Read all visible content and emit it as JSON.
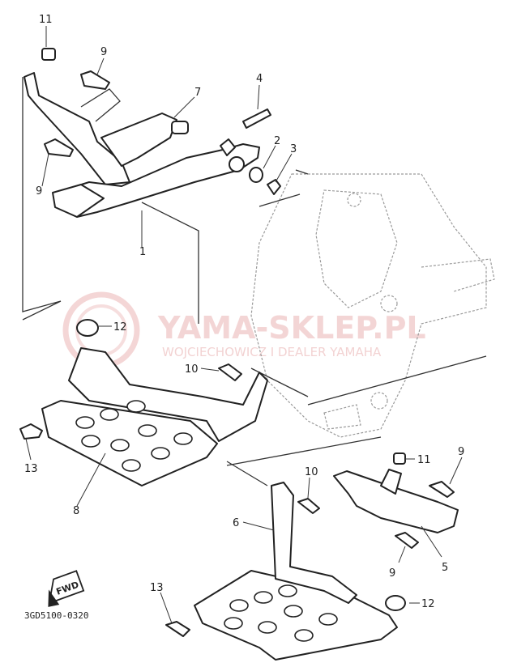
{
  "callouts": {
    "c1": "1",
    "c2": "2",
    "c3": "3",
    "c4": "4",
    "c5": "5",
    "c6": "6",
    "c7": "7",
    "c8": "8",
    "c9a": "9",
    "c9b": "9",
    "c9c": "9",
    "c9d": "9",
    "c10a": "10",
    "c10b": "10",
    "c11a": "11",
    "c11b": "11",
    "c12a": "12",
    "c12b": "12",
    "c13a": "13",
    "c13b": "13"
  },
  "watermark": {
    "brand": "YAMA-SKLEP.PL",
    "subtitle": "WOJCIECHOWICZ I DEALER YAMAHA"
  },
  "fwd_label": "FWD",
  "diagram_code": "3GD5100-0320",
  "colors": {
    "ink": "#222222",
    "watermark": "#f0c8c8",
    "ghost": "#9a9a9a"
  }
}
